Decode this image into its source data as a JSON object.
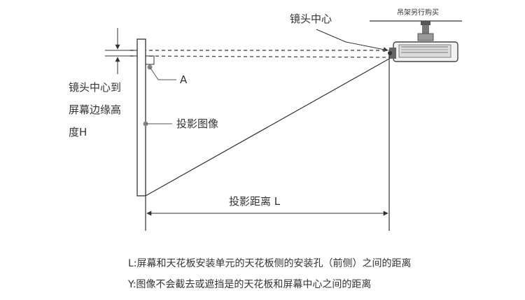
{
  "labels": {
    "lens_center": "镜头中心",
    "bracket_note": "吊架另行购买",
    "a_label": "A",
    "height_label_1": "镜头中心到",
    "height_label_2": "屏幕边缘高",
    "height_label_3": "度H",
    "projected_image": "投影图像",
    "projection_distance": "投影距离 L"
  },
  "notes": {
    "l_definition": "L:屏幕和天花板安装单元的天花板侧的安装孔（前侧）之间的距离",
    "y_definition": "Y:图像不会截去或遮挡是的天花板和屏幕中心之间的距离"
  },
  "colors": {
    "line": "#333333",
    "marker": "#888888",
    "text": "#333333"
  }
}
